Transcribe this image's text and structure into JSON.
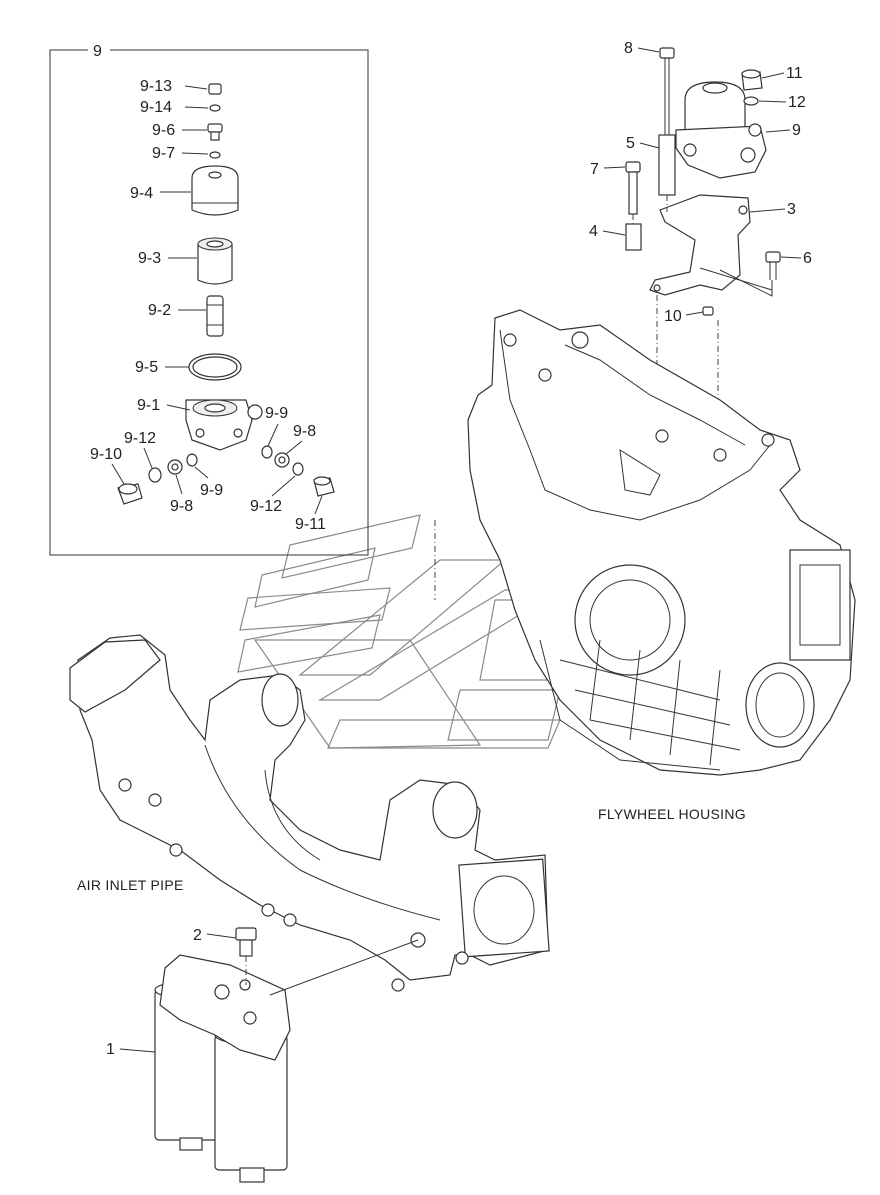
{
  "kit_box": {
    "label": "9"
  },
  "captions": {
    "air_inlet": "AIR INLET PIPE",
    "flywheel": "FLYWHEEL HOUSING"
  },
  "kit_labels": {
    "p9_13": "9-13",
    "p9_14": "9-14",
    "p9_6": "9-6",
    "p9_7": "9-7",
    "p9_4": "9-4",
    "p9_3": "9-3",
    "p9_2": "9-2",
    "p9_5": "9-5",
    "p9_1": "9-1",
    "p9_9a": "9-9",
    "p9_8a": "9-8",
    "p9_12a": "9-12",
    "p9_10": "9-10",
    "p9_8b": "9-8",
    "p9_9b": "9-9",
    "p9_12b": "9-12",
    "p9_11": "9-11"
  },
  "part_labels": {
    "p8": "8",
    "p11": "11",
    "p12": "12",
    "p9": "9",
    "p5": "5",
    "p7": "7",
    "p3": "3",
    "p4": "4",
    "p6": "6",
    "p10": "10",
    "p2": "2",
    "p1": "1"
  }
}
